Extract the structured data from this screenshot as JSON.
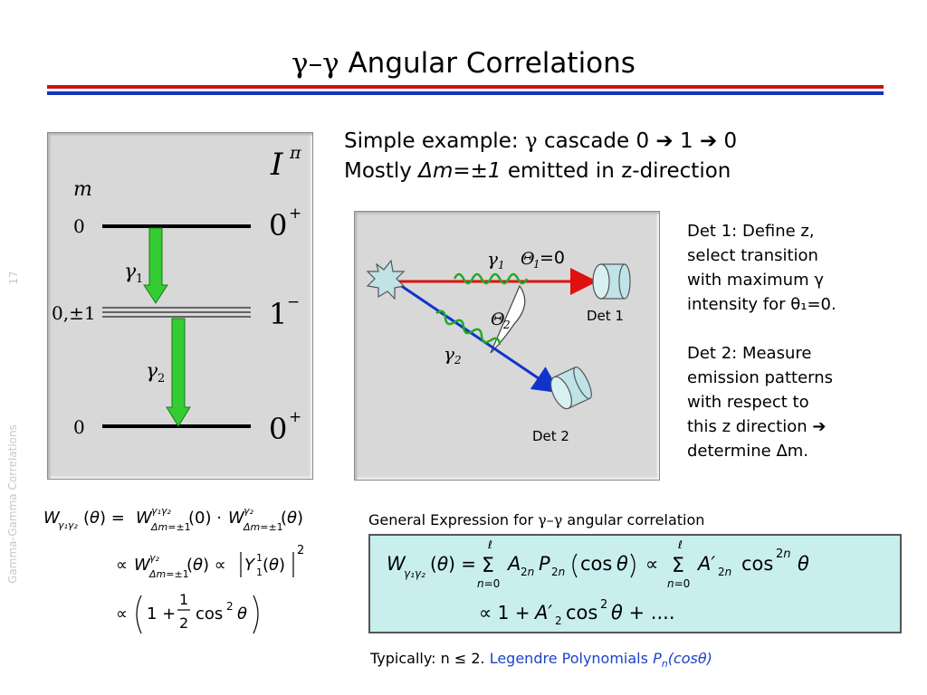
{
  "title": {
    "symbol": "γ–γ",
    "text": "Angular Correlations"
  },
  "slide_number": "17",
  "side_label": "Gamma-Gamma Correlations",
  "colors": {
    "rule_top": "#cc1111",
    "rule_bottom": "#1133bb",
    "arrow_green": "#33cc33",
    "detector": "#bfe3e6",
    "box_fill": "#c9eeee",
    "link_blue": "#1c44c8"
  },
  "level_scheme": {
    "m_header": "m",
    "ipi_header": "I",
    "ipi_sup": "π",
    "levels": [
      {
        "m": "0",
        "spin": "0",
        "parity": "+"
      },
      {
        "m": "0,±1",
        "spin": "1",
        "parity": "−"
      },
      {
        "m": "0",
        "spin": "0",
        "parity": "+"
      }
    ],
    "gamma1": {
      "sym": "γ",
      "sub": "1"
    },
    "gamma2": {
      "sym": "γ",
      "sub": "2"
    }
  },
  "intro": {
    "line1_prefix": "Simple example: ",
    "line1_gamma": "γ",
    "line1_rest": " cascade 0 ➔ 1 ➔ 0",
    "line2_prefix": "Mostly ",
    "line2_dm": "Δm=±1",
    "line2_rest": " emitted in z-direction"
  },
  "geometry_diagram": {
    "gamma1_label": "γ",
    "gamma1_sub": "1",
    "theta1_label": "Θ",
    "theta1_sub": "1",
    "theta1_value": "=0",
    "theta2_label": "Θ",
    "theta2_sub": "2",
    "gamma2_label": "γ",
    "gamma2_sub": "2",
    "det1_label": "Det 1",
    "det2_label": "Det 2"
  },
  "det_text": {
    "det1_lines": [
      "Det 1: Define z,",
      "select transition",
      "with maximum γ",
      "intensity for θ₁=0."
    ],
    "det2_lines": [
      "Det 2: Measure",
      "emission patterns",
      "with respect to",
      "this z direction ➔",
      "determine Δm."
    ]
  },
  "equations_left": {
    "eq1": "W_{γ1γ2}(θ) = W^{γ1γ2}_{Δm=±1}(0) · W^{γ2}_{Δm=±1}(θ)",
    "eq2": "∝ W^{γ2}_{Δm=±1}(θ) ∝ |Y_1^1(θ)|²",
    "eq3": "∝ (1 + ½ cos² θ)"
  },
  "general_expression": {
    "label_prefix": "General Expression for ",
    "label_gamma": "γ–γ",
    "label_suffix": " angular correlation",
    "formula_line1": "W_{γ1γ2}(θ) = Σ_{n=0}^{ℓ} A_{2n} P_{2n}(cos θ) ∝ Σ_{n=0}^{ℓ} A'_{2n} cos^{2n} θ",
    "formula_line2": "∝ 1 + A'_2 cos² θ + ...."
  },
  "footer": {
    "typically": "Typically: n ≤ 2.",
    "legendre": "Legendre Polynomials",
    "pn": "P",
    "pn_sub": "n",
    "pn_arg": "(cosθ)"
  }
}
